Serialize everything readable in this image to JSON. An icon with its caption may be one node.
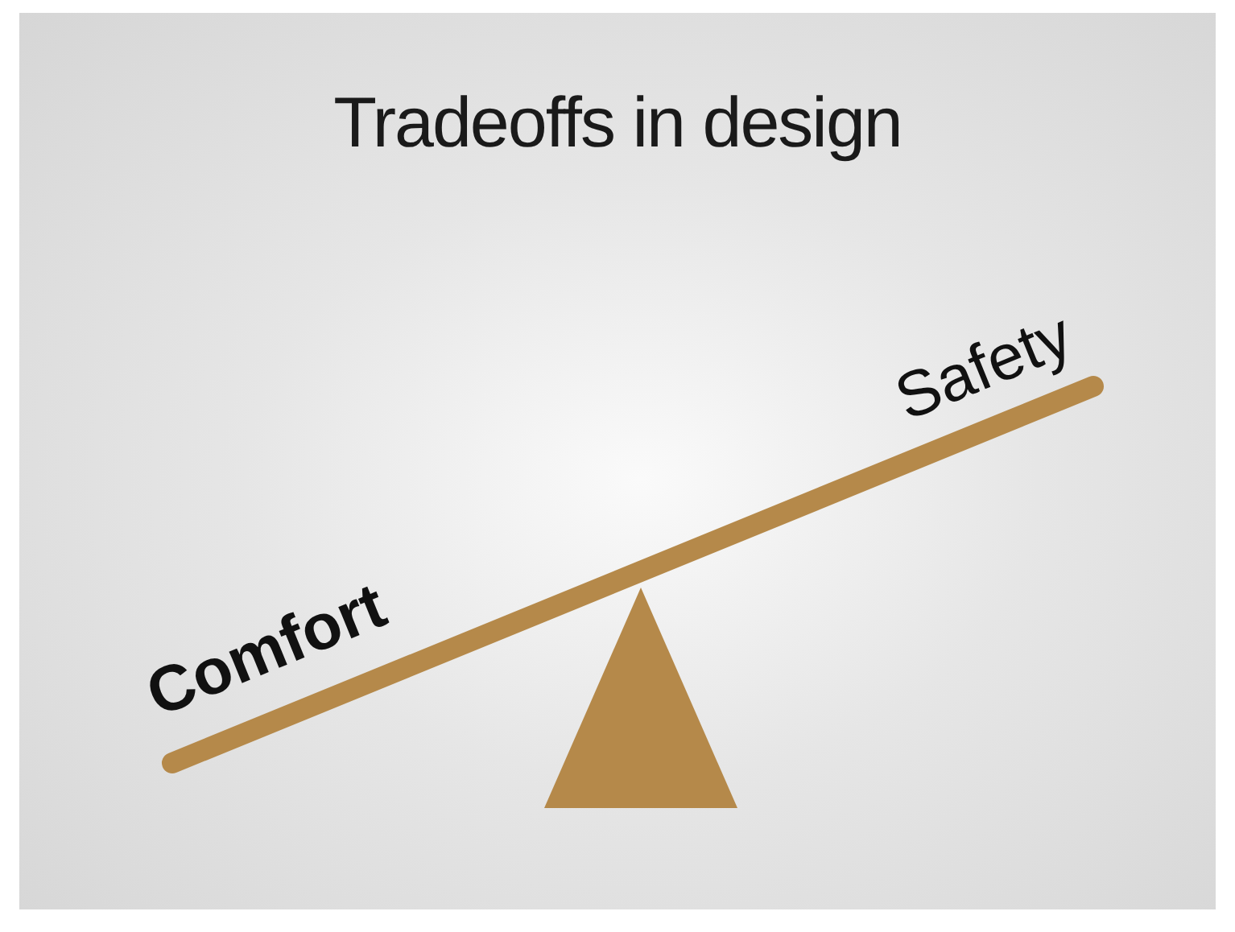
{
  "diagram": {
    "title": "Tradeoffs in design",
    "labels": [
      "Comfort",
      "Safety"
    ]
  }
}
